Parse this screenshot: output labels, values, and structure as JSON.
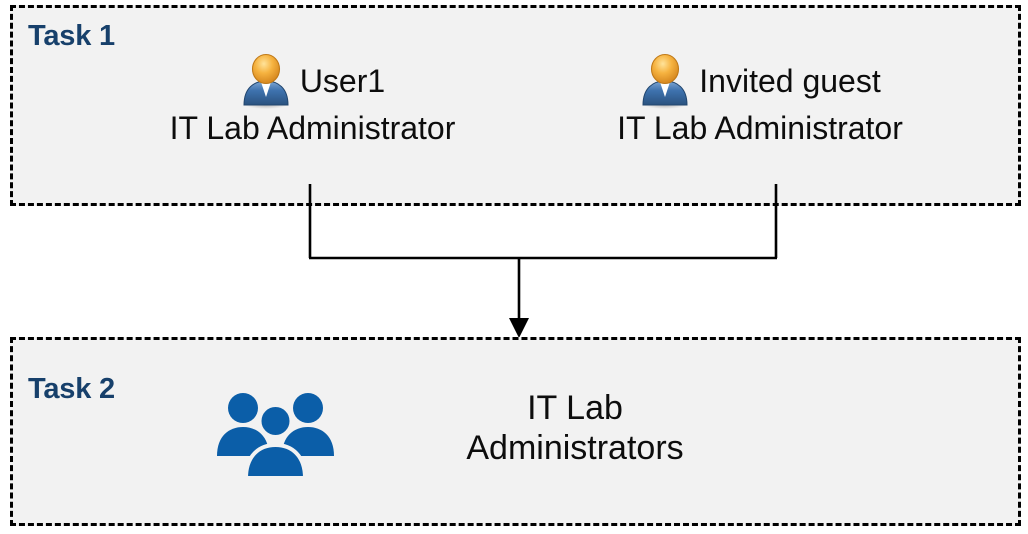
{
  "diagram": {
    "title": "Task 1 / Task 2 group membership diagram",
    "background_color": "#FFFFFF",
    "box_fill_color": "#F2F2F2",
    "box_border_color": "#000000",
    "label_color": "#17406B",
    "text_color": "#0D0D0D",
    "group_icon_color": "#0B5EA8",
    "connector_color": "#000000"
  },
  "task1": {
    "label": "Task 1",
    "people": [
      {
        "icon": "user-icon",
        "name": "User1",
        "role": "IT Lab Administrator"
      },
      {
        "icon": "user-icon",
        "name": "Invited guest",
        "role": "IT Lab Administrator"
      }
    ]
  },
  "task2": {
    "label": "Task 2",
    "group": {
      "icon": "group-of-people-icon",
      "name_line1": "IT Lab",
      "name_line2": "Administrators"
    }
  },
  "connector": {
    "kind": "merge-arrow",
    "description": "Two vertical lines from the Task 1 people merge into a horizontal bar and a single arrow points down into Task 2",
    "arrow_head": "down-arrow-icon"
  }
}
